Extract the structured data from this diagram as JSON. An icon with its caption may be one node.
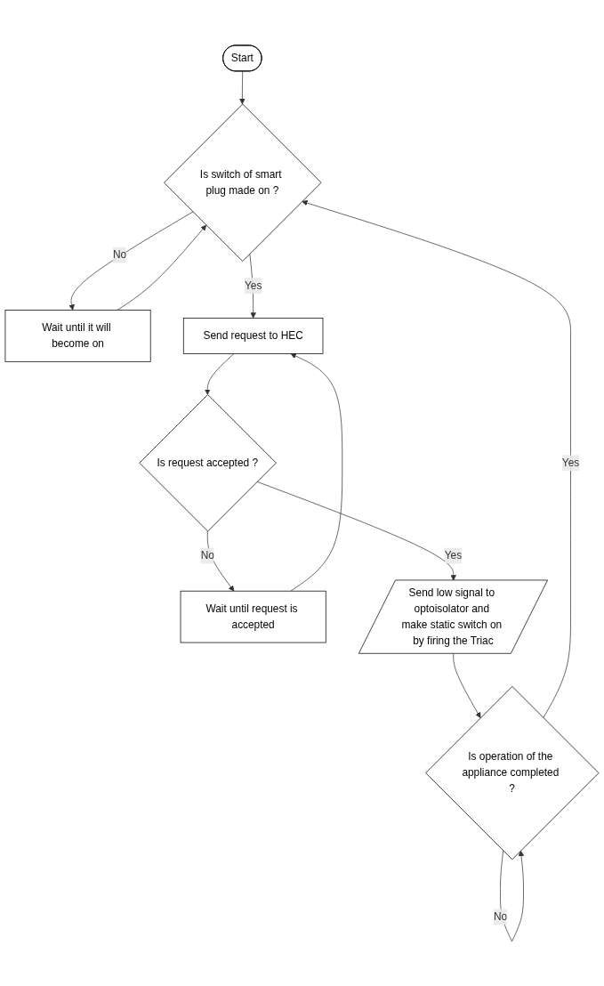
{
  "diagram": {
    "nodes": [
      {
        "text": [
          "Start"
        ]
      },
      {
        "text": [
          "Is switch of smart plug made on ?"
        ]
      },
      {
        "text": [
          "Wait until it will become on"
        ]
      },
      {
        "text": [
          "Send request to HEC"
        ]
      },
      {
        "text": [
          "Is request accepted ?"
        ]
      },
      {
        "text": [
          "Wait until request is accepted"
        ]
      },
      {
        "text": [
          "Send low signal to optoisolator and make static switch on by firing the Triac"
        ]
      },
      {
        "text": [
          "Is operation of the appliance completed ?"
        ]
      }
    ],
    "edges": [
      {
        "from": 0,
        "to": 1,
        "arrow": "to"
      },
      {
        "from": 1,
        "to": 2,
        "arrow": "to",
        "label": "No"
      },
      {
        "from": 2,
        "to": 1,
        "arrow": "to"
      },
      {
        "from": 1,
        "to": 3,
        "arrow": "to",
        "label": "Yes"
      },
      {
        "from": 3,
        "to": 4,
        "arrow": "to"
      },
      {
        "from": 4,
        "to": 5,
        "arrow": "to",
        "label": "No"
      },
      {
        "from": 5,
        "to": 3,
        "arrow": "to"
      },
      {
        "from": 4,
        "to": 6,
        "arrow": "to",
        "label": "Yes"
      },
      {
        "from": 6,
        "to": 7,
        "arrow": "to"
      },
      {
        "from": 7,
        "to": 7,
        "arrow": "to",
        "label": "No"
      },
      {
        "from": 7,
        "to": 1,
        "arrow": "to",
        "label": "Yes"
      }
    ]
  }
}
